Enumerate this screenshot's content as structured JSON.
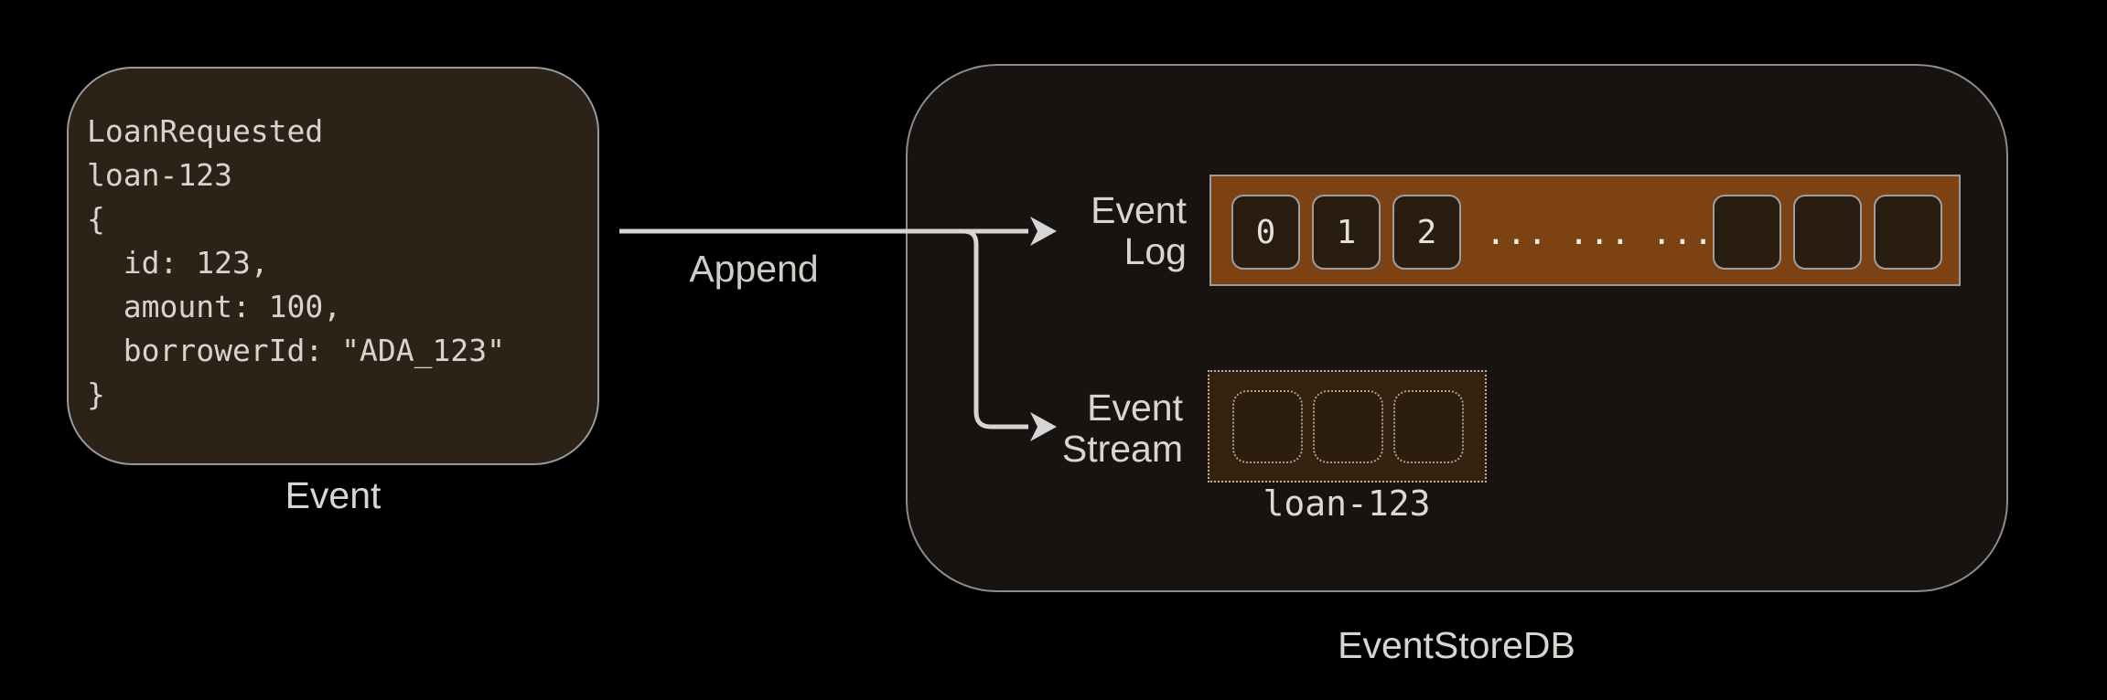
{
  "event_card": {
    "code_lines": [
      "LoanRequested",
      "loan-123",
      "{",
      "  id: 123,",
      "  amount: 100,",
      "  borrowerId: \"ADA_123\"",
      "}"
    ],
    "caption": "Event"
  },
  "append": {
    "label": "Append"
  },
  "event_store": {
    "caption": "EventStoreDB",
    "event_log": {
      "label_lines": [
        "Event",
        "Log"
      ],
      "cell_numbers": [
        "0",
        "1",
        "2"
      ],
      "ellipsis": "... ... ...",
      "empty_cell_count": 3
    },
    "event_stream": {
      "label_lines": [
        "Event",
        "Stream"
      ],
      "placeholder_cell_count": 3,
      "stream_name": "loan-123"
    }
  },
  "colors": {
    "background": "#000000",
    "card_bg": "#2c2217",
    "card_border": "#9a9a9a",
    "container_bg": "#181310",
    "container_border": "#8c8c8c",
    "log_bar_bg": "#7d4214",
    "log_cell_bg": "#291d12",
    "stream_box_bg": "#34210e",
    "dotted_border": "#b7b0a6",
    "arrow": "#d5d5d5",
    "text": "#d9d6d2"
  }
}
